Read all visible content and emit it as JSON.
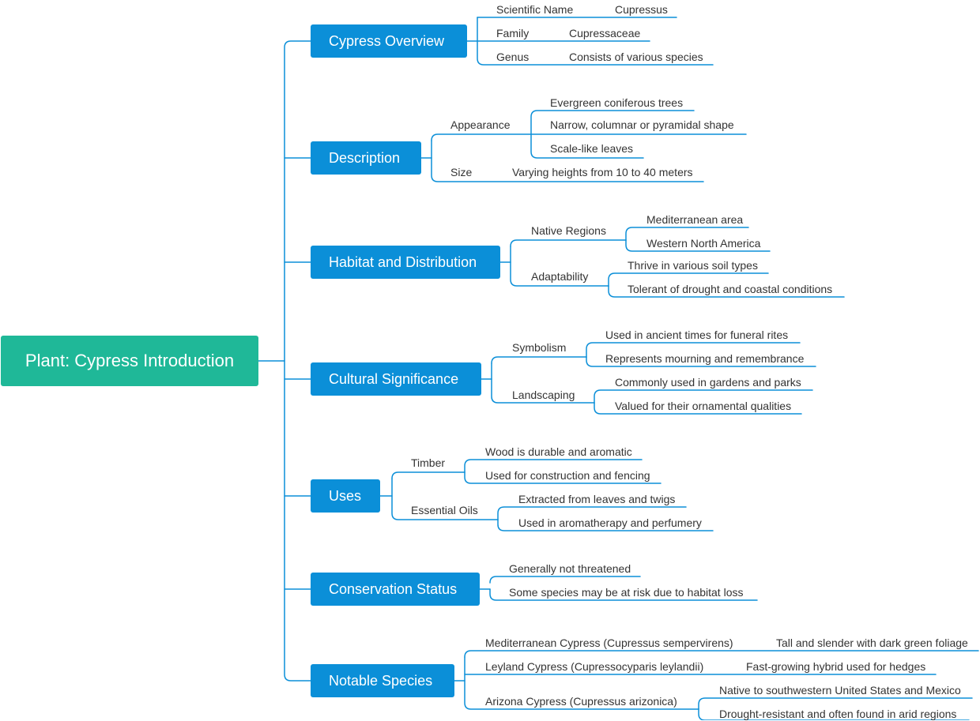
{
  "root": "Plant: Cypress Introduction",
  "overview": {
    "title": "Cypress Overview",
    "scientific_name_label": "Scientific Name",
    "scientific_name_value": "Cupressus",
    "family_label": "Family",
    "family_value": "Cupressaceae",
    "genus_label": "Genus",
    "genus_value": "Consists of various species"
  },
  "description": {
    "title": "Description",
    "appearance_label": "Appearance",
    "appearance": [
      "Evergreen coniferous trees",
      "Narrow, columnar or pyramidal shape",
      "Scale-like leaves"
    ],
    "size_label": "Size",
    "size_value": "Varying heights from 10 to 40 meters"
  },
  "habitat": {
    "title": "Habitat and Distribution",
    "native_label": "Native Regions",
    "native": [
      "Mediterranean area",
      "Western North America"
    ],
    "adapt_label": "Adaptability",
    "adapt": [
      "Thrive in various soil types",
      "Tolerant of drought and coastal conditions"
    ]
  },
  "cultural": {
    "title": "Cultural Significance",
    "symbolism_label": "Symbolism",
    "symbolism": [
      "Used in ancient times for funeral rites",
      "Represents mourning and remembrance"
    ],
    "landscaping_label": "Landscaping",
    "landscaping": [
      "Commonly used in gardens and parks",
      "Valued for their ornamental qualities"
    ]
  },
  "uses": {
    "title": "Uses",
    "timber_label": "Timber",
    "timber": [
      "Wood is durable and aromatic",
      "Used for construction and fencing"
    ],
    "oils_label": "Essential Oils",
    "oils": [
      "Extracted from leaves and twigs",
      "Used in aromatherapy and perfumery"
    ]
  },
  "conservation": {
    "title": "Conservation Status",
    "items": [
      "Generally not threatened",
      "Some species may be at risk due to habitat loss"
    ]
  },
  "species": {
    "title": "Notable Species",
    "med_label": "Mediterranean Cypress (Cupressus sempervirens)",
    "med_value": "Tall and slender with dark green foliage",
    "ley_label": "Leyland Cypress (Cupressocyparis leylandii)",
    "ley_value": "Fast-growing hybrid used for hedges",
    "ari_label": "Arizona Cypress (Cupressus arizonica)",
    "ari": [
      "Native to southwestern United States and Mexico",
      "Drought-resistant and often found in arid regions"
    ]
  },
  "colors": {
    "root": "#1fb898",
    "topic": "#0b8fd8",
    "line": "#0b8fd8"
  }
}
